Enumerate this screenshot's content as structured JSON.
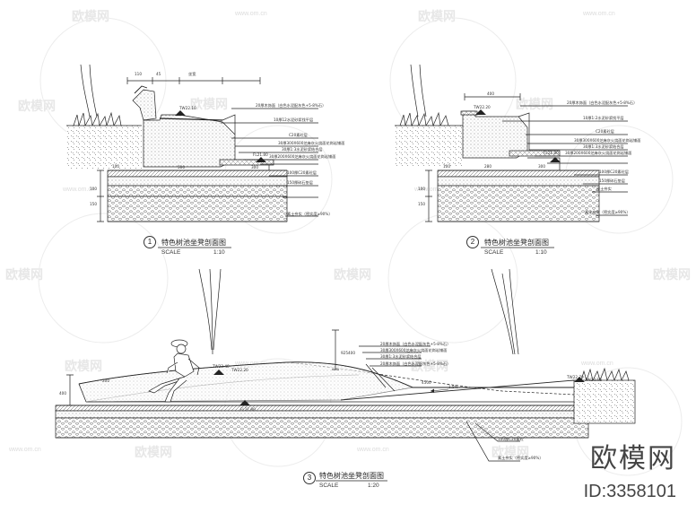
{
  "sections": [
    {
      "number": "1",
      "title": "特色树池坐凳剖面图",
      "scale_label": "SCALE",
      "scale_value": "1:10"
    },
    {
      "number": "2",
      "title": "特色树池坐凳剖面图",
      "scale_label": "SCALE",
      "scale_value": "1:10"
    },
    {
      "number": "3",
      "title": "特色树池坐凳剖面图",
      "scale_label": "SCALE",
      "scale_value": "1:20"
    }
  ],
  "watermark": {
    "brand": "欧模网",
    "id": "ID:3358101",
    "tile": "欧模网",
    "url": "www.om.cn"
  },
  "colors": {
    "line": "#222222",
    "watermark": "#e6e6e6"
  }
}
